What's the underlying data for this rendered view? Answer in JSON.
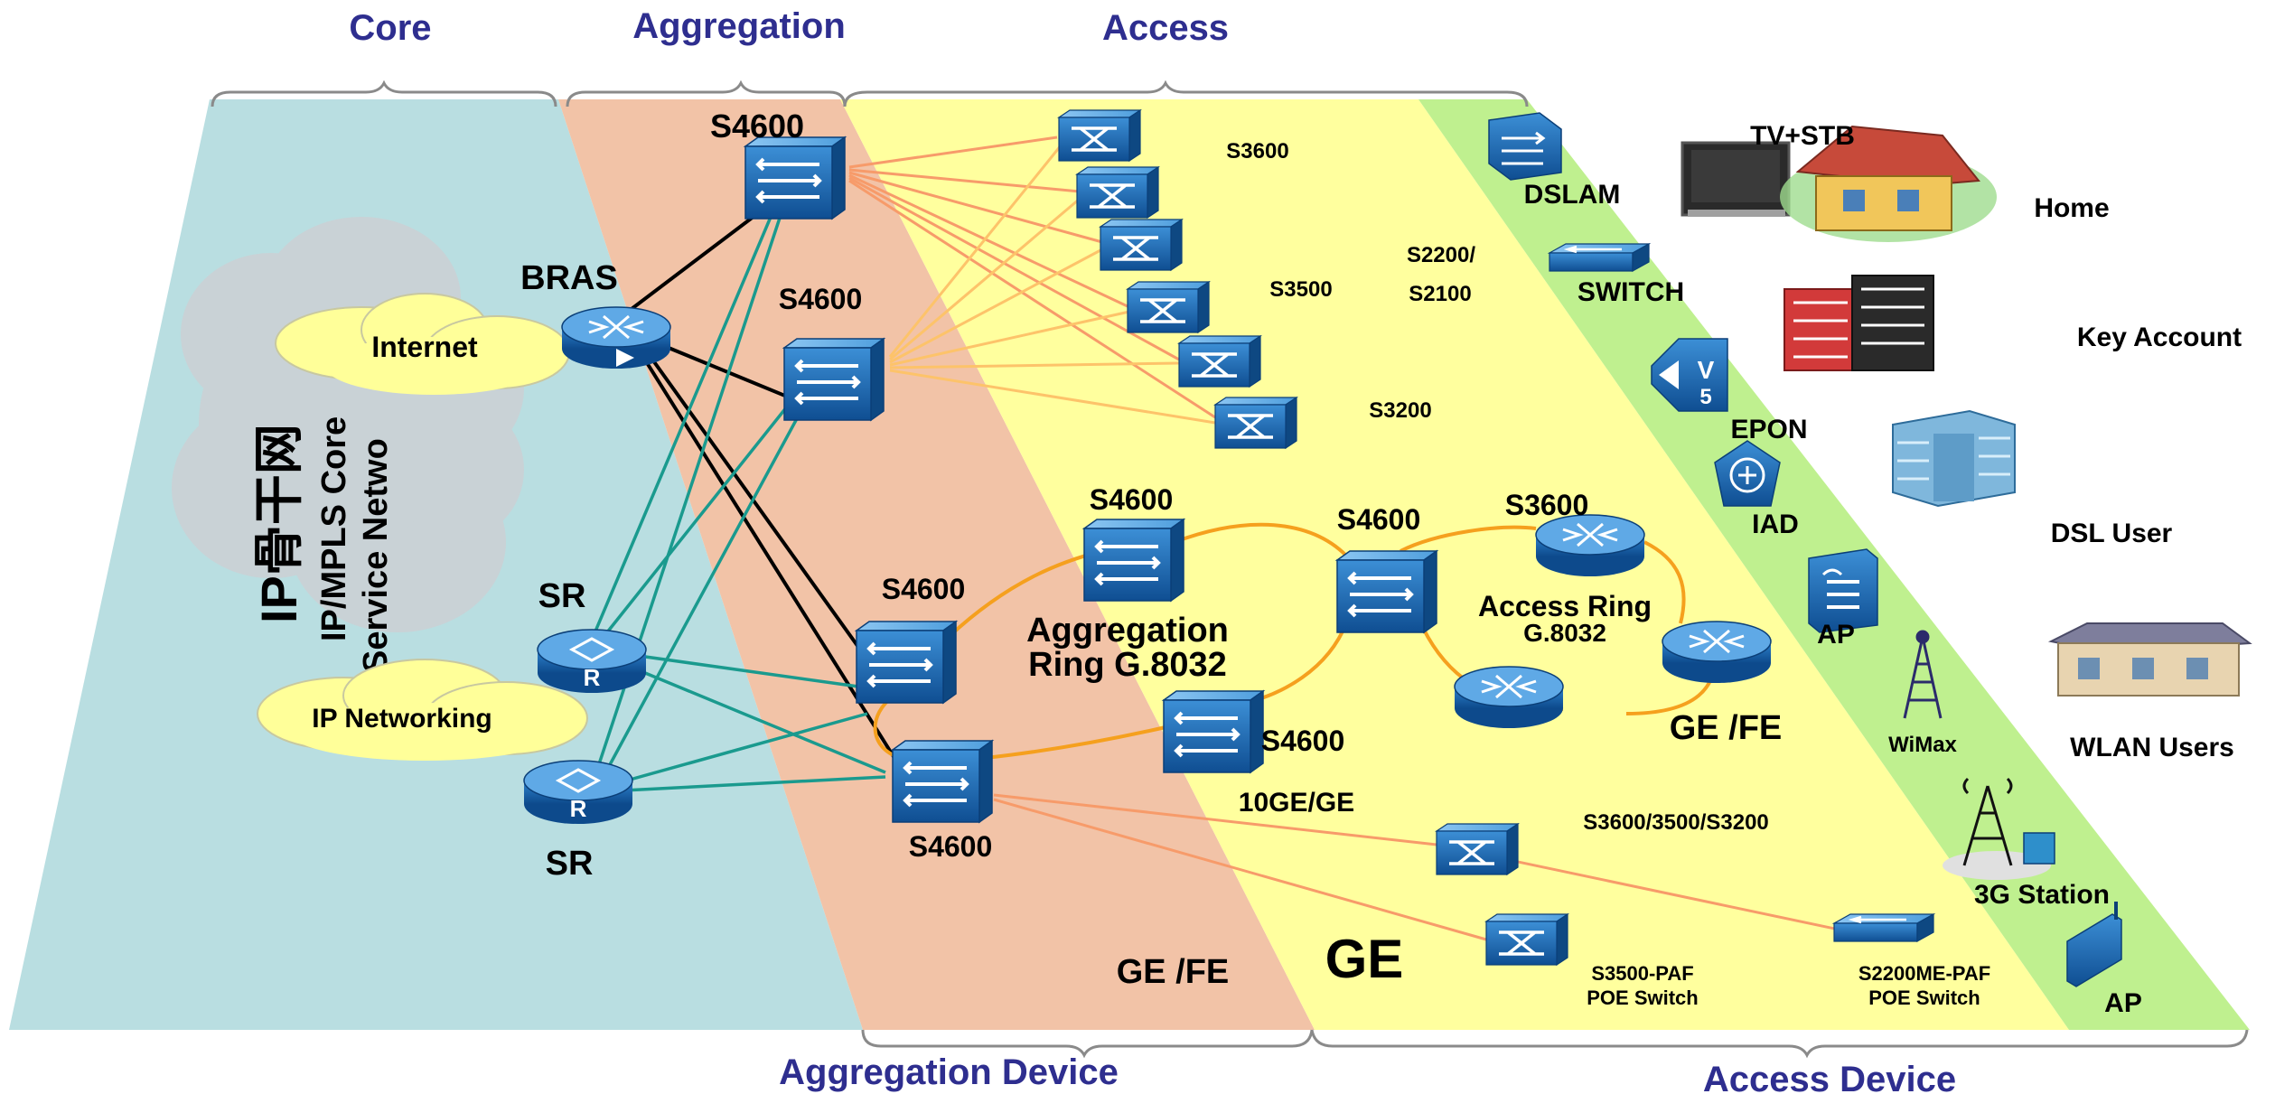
{
  "headers": {
    "core": "Core",
    "aggregation": "Aggregation",
    "access": "Access",
    "aggregation_device": "Aggregation Device",
    "access_device": "Access Device"
  },
  "core": {
    "cloud_cn": "IP骨干网",
    "cloud_line1": "IP/MPLS Core",
    "cloud_line2": "Service Netwo",
    "internet": "Internet",
    "ip_networking": "IP Networking",
    "bras": "BRAS",
    "sr_top": "SR",
    "sr_bottom": "SR"
  },
  "aggregation": {
    "s4600_top": "S4600",
    "s4600_second": "S4600",
    "s4600_ring_left_top": "S4600",
    "s4600_ring_left_bottom": "S4600",
    "s4600_ring_top": "S4600",
    "s4600_ring_right": "S4600",
    "s4600_ring_bottom": "S4600",
    "ring_line1": "Aggregation",
    "ring_line2": "Ring G.8032",
    "ge_fe": "GE /FE"
  },
  "access": {
    "s3600": "S3600",
    "s3500": "S3500",
    "s2200": "S2200/",
    "s2100": "S2100",
    "s3200": "S3200",
    "s3600_ring": "S3600",
    "access_ring_line1": "Access Ring",
    "access_ring_line2": "G.8032",
    "ge_fe_ring": "GE /FE",
    "tengige": "10GE/GE",
    "s3600_3500_3200": "S3600/3500/S3200",
    "ge": "GE",
    "s3500_paf_line1": "S3500-PAF",
    "s3500_paf_line2": "POE Switch",
    "s2200me_paf_line1": "S2200ME-PAF",
    "s2200me_paf_line2": "POE Switch"
  },
  "access_devices": {
    "dslam": "DSLAM",
    "switch": "SWITCH",
    "epon": "EPON",
    "iad": "IAD",
    "ap": "AP",
    "wimax": "WiMax",
    "station_3g": "3G Station",
    "ap_bottom": "AP"
  },
  "users": {
    "tv_stb": "TV+STB",
    "home": "Home",
    "key_account": "Key Account",
    "dsl_user": "DSL User",
    "wlan_users": "WLAN Users"
  },
  "colors": {
    "core_zone": "#B9DEE1",
    "aggregation_zone": "#F2C3A7",
    "access_zone": "#FFFF9E",
    "device_zone": "#BFF08F",
    "header_text": "#2E2E8F",
    "link_black": "#000000",
    "link_teal": "#1A9A8E",
    "link_orange": "#F5A01E",
    "device_blue": "#1E6FB8",
    "cloud_yellow": "#FFFF99"
  },
  "icons": {
    "switch": "layer3-switch-icon",
    "router": "router-icon",
    "bras": "bras-router-icon",
    "dslam": "dslam-icon",
    "epon": "epon-icon",
    "iad": "iad-icon",
    "ap": "access-point-icon",
    "tower": "radio-tower-icon"
  }
}
